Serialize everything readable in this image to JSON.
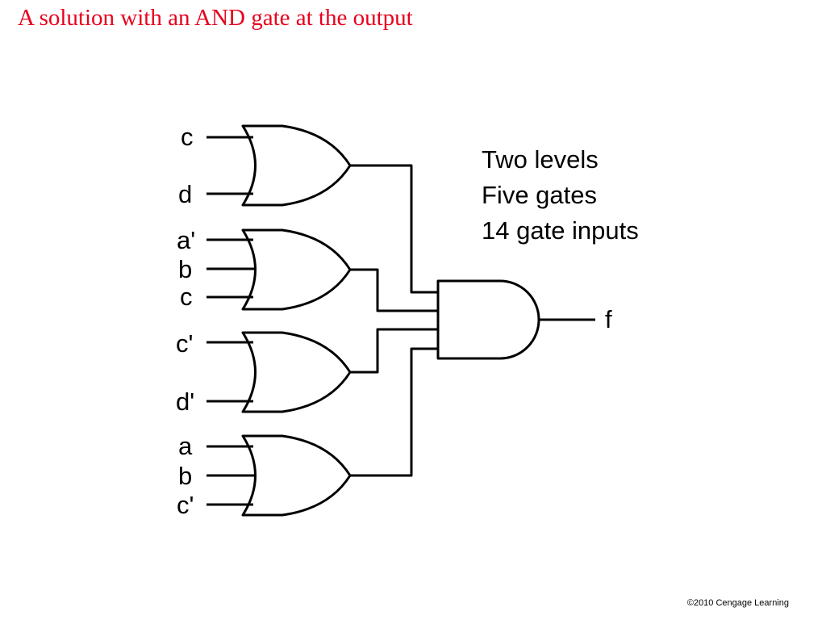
{
  "slide": {
    "title": "A solution with an AND gate at the output",
    "copyright": "©2010 Cengage Learning"
  },
  "notes": [
    "Two levels",
    "Five gates",
    "14 gate inputs"
  ],
  "circuit": {
    "or_gates": [
      {
        "inputs": [
          "c",
          "d"
        ]
      },
      {
        "inputs": [
          "a'",
          "b",
          "c"
        ]
      },
      {
        "inputs": [
          "c'",
          "d'"
        ]
      },
      {
        "inputs": [
          "a",
          "b",
          "c'"
        ]
      }
    ],
    "and_gate": {
      "inputs": 4
    },
    "output": "f"
  }
}
